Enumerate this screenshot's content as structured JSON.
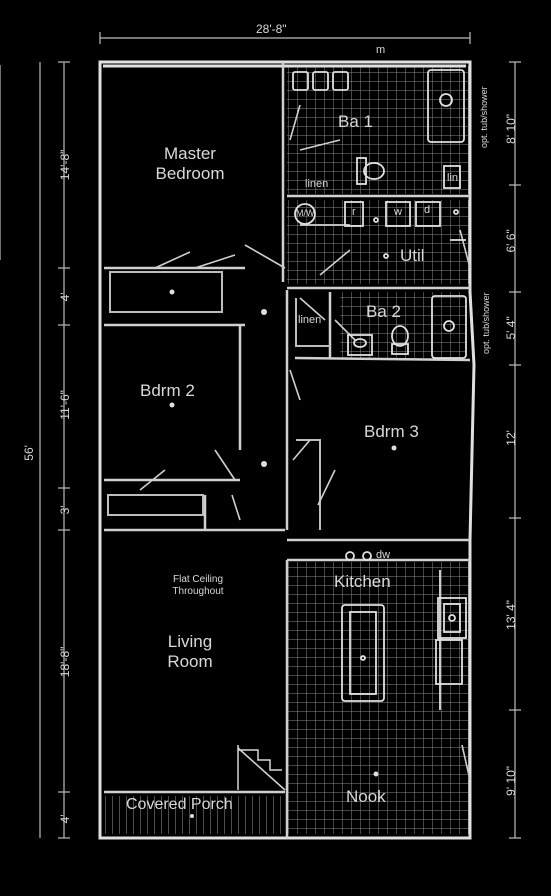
{
  "dimensions": {
    "overall_width": "28'-8\"",
    "overall_length": "56'",
    "left": [
      "14'-8\"",
      "4'",
      "11'-6\"",
      "3'",
      "18'-8\"",
      "4'"
    ],
    "right": [
      "8' 10\"",
      "6' 6\"",
      "5' 4\"",
      "12'",
      "13' 4\"",
      "9' 10\""
    ]
  },
  "rooms": {
    "master": "Master\nBedroom",
    "ba1": "Ba 1",
    "linen1": "linen",
    "lin": "lin",
    "util": "Util",
    "mw": "M/W",
    "ba2": "Ba 2",
    "bdrm2": "Bdrm 2",
    "bdrm3": "Bdrm 3",
    "kitchen": "Kitchen",
    "dw": "dw",
    "ceiling_note": "Flat Ceiling\nThroughout",
    "living": "Living\nRoom",
    "nook": "Nook",
    "porch": "Covered Porch"
  },
  "fixtures": {
    "tub1": "opt. tub/shower",
    "tub2": "opt. tub/shower",
    "dryer": "d",
    "washer": "w",
    "ref": "r",
    "top_tag": "m"
  }
}
